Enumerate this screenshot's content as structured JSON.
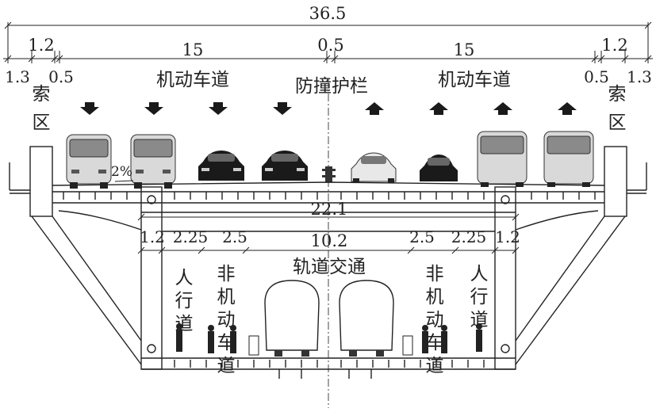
{
  "dimensions": {
    "total_width": "36.5",
    "cable_zone_outer": "1.2",
    "cable_zone_left_a": "1.3",
    "cable_zone_left_b": "0.5",
    "carriageway_left": "15",
    "median": "0.5",
    "carriageway_right": "15",
    "cable_zone_right_a": "0.5",
    "cable_zone_right_b": "1.3",
    "cable_zone_outer_right": "1.2",
    "box_width": "22.1",
    "inner_width": "10.2",
    "sidewalk_left": "2.25",
    "nonmotor_left": "2.5",
    "pier_left": "1.2",
    "nonmotor_right": "2.5",
    "sidewalk_right": "2.25",
    "pier_right": "1.2",
    "cross_slope": "2%"
  },
  "labels": {
    "motor_lane_left": "机动车道",
    "motor_lane_right": "机动车道",
    "barrier": "防撞护栏",
    "cable_zone_left": [
      "索",
      "区"
    ],
    "cable_zone_right": [
      "索",
      "区"
    ],
    "rail_transit": "轨道交通",
    "sidewalk_left": [
      "人",
      "行",
      "道"
    ],
    "sidewalk_right": [
      "人",
      "行",
      "道"
    ],
    "nonmotor_left": [
      "非",
      "机",
      "动",
      "车",
      "道"
    ],
    "nonmotor_right": [
      "非",
      "机",
      "动",
      "车",
      "道"
    ]
  },
  "colors": {
    "line": "#222222",
    "vehicle_body": "#d9d9d9",
    "car_dark": "#1a1a1a",
    "arrow": "#1a1a1a"
  },
  "icons": {
    "down_arrow": "down-arrow-icon",
    "up_arrow": "up-arrow-icon",
    "bus": "bus-icon",
    "car": "car-icon",
    "train": "train-icon",
    "pedestrian": "pedestrian-icon"
  }
}
